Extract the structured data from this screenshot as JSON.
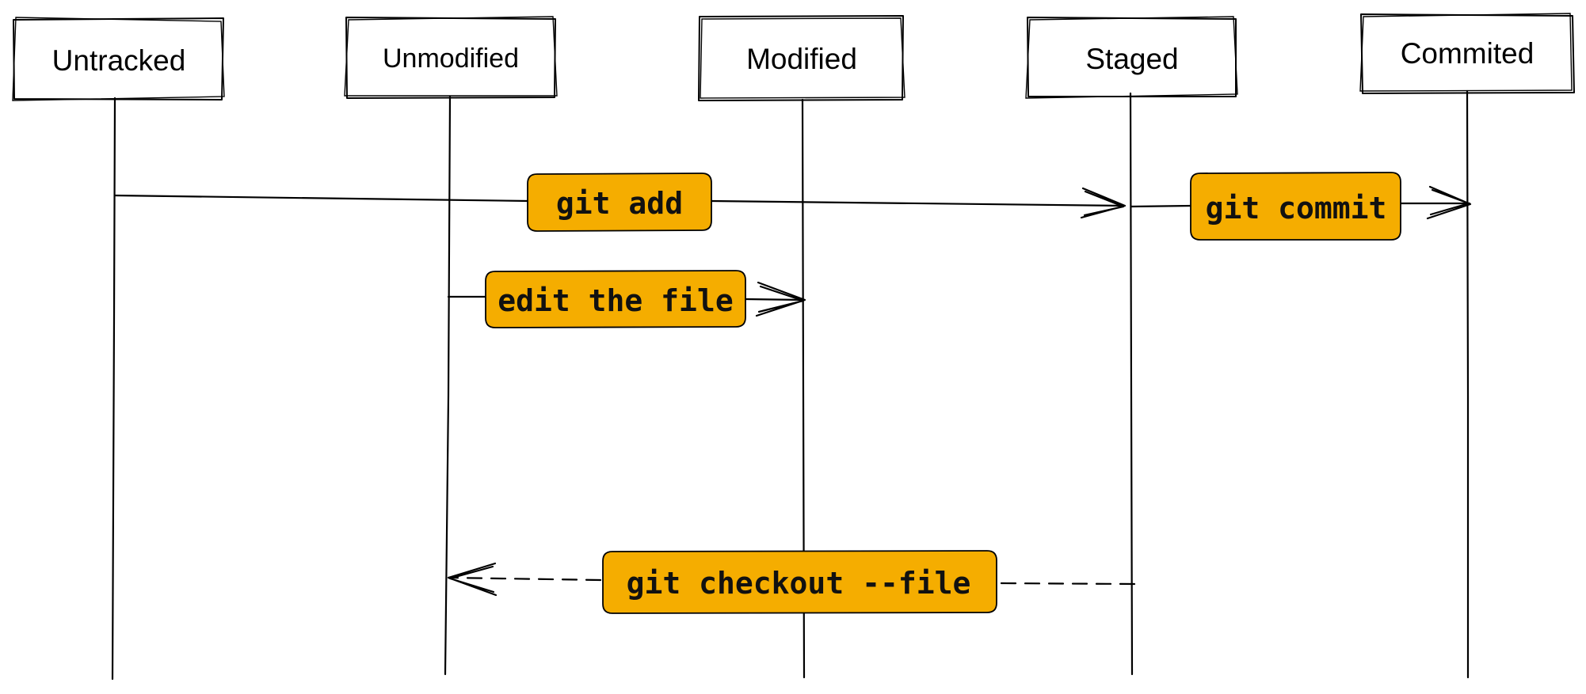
{
  "diagram": {
    "states": [
      {
        "id": "untracked",
        "label": "Untracked"
      },
      {
        "id": "unmodified",
        "label": "Unmodified"
      },
      {
        "id": "modified",
        "label": "Modified"
      },
      {
        "id": "staged",
        "label": "Staged"
      },
      {
        "id": "commited",
        "label": "Commited"
      }
    ],
    "transitions": [
      {
        "id": "git-add",
        "label": "git add",
        "from": "Untracked",
        "to": "Staged",
        "style": "solid"
      },
      {
        "id": "git-commit",
        "label": "git commit",
        "from": "Staged",
        "to": "Commited",
        "style": "solid"
      },
      {
        "id": "edit-the-file",
        "label": "edit the file",
        "from": "Unmodified",
        "to": "Modified",
        "style": "solid"
      },
      {
        "id": "git-checkout-file",
        "label": "git checkout --file",
        "from": "Staged",
        "to": "Unmodified",
        "style": "dashed"
      }
    ],
    "colors": {
      "label_fill": "#f5ad00",
      "stroke": "#000000",
      "background": "#ffffff"
    }
  }
}
